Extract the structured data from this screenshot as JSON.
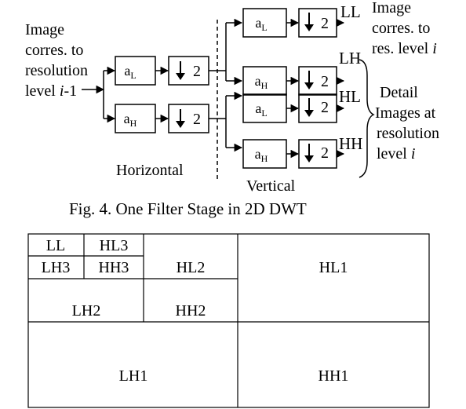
{
  "diagram": {
    "input_label_lines": [
      "Image",
      "corres. to",
      "resolution",
      "level i-1"
    ],
    "filter_low_main": "a",
    "filter_low_sub": "L",
    "filter_high_main": "a",
    "filter_high_sub": "H",
    "downsample_label": "2",
    "horizontal_label": "Horizontal",
    "vertical_label": "Vertical",
    "outputs": [
      "LL",
      "LH",
      "HL",
      "HH"
    ],
    "ll_note_lines": [
      "Image",
      "corres. to",
      "res. level i"
    ],
    "detail_note_lines": [
      "Detail",
      "Images at",
      "resolution",
      "level i"
    ],
    "caption": "Fig. 4. One Filter Stage in 2D DWT"
  },
  "subbands": {
    "LL": "LL",
    "HL3": "HL3",
    "LH3": "LH3",
    "HH3": "HH3",
    "HL2": "HL2",
    "LH2": "LH2",
    "HH2": "HH2",
    "HL1": "HL1",
    "LH1": "LH1",
    "HH1": "HH1"
  }
}
